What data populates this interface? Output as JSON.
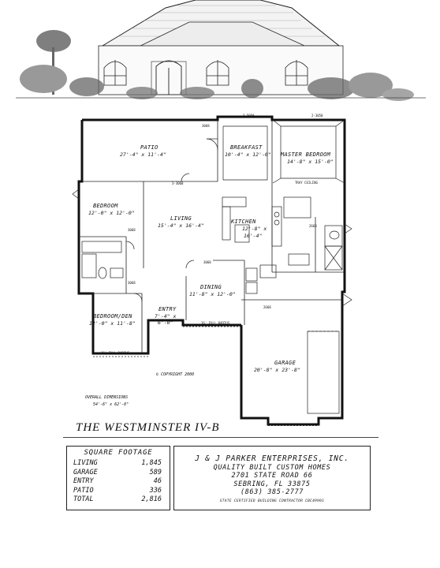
{
  "plan_name": "THE WESTMINSTER IV-B",
  "rooms": {
    "patio": {
      "name": "PATIO",
      "dims": "27'-4\" x 11'-4\""
    },
    "breakfast": {
      "name": "BREAKFAST",
      "dims": "10'-4\" x 12'-0\""
    },
    "master_bedroom": {
      "name": "MASTER BEDROOM",
      "dims": "14'-8\" x 15'-0\""
    },
    "bedroom": {
      "name": "BEDROOM",
      "dims": "12'-0\" x 12'-0\""
    },
    "living": {
      "name": "LIVING",
      "dims": "15'-4\" x 16'-4\""
    },
    "kitchen": {
      "name": "KITCHEN",
      "dims_1": "12'-8\" x",
      "dims_2": "16'-4\""
    },
    "dining": {
      "name": "DINING",
      "dims": "11'-8\" x 12'-0\""
    },
    "entry": {
      "name": "ENTRY",
      "dims_1": "7'-4\" x",
      "dims_2": "6'-0\""
    },
    "bedroom_den": {
      "name": "BEDROOM/DEN",
      "dims": "12'-0\" x 11'-8\""
    },
    "garage": {
      "name": "GARAGE",
      "dims": "20'-8\" x 23'-8\""
    }
  },
  "labels": {
    "tray_ceiling": "TRAY CEILING",
    "copyright": "© COPYRIGHT 2000",
    "overall_label": "OVERALL DIMENSIONS",
    "overall_dims": "54'-6\" x 62'-8\""
  },
  "square_footage": {
    "header": "SQUARE FOOTAGE",
    "rows": [
      {
        "label": "LIVING",
        "value": "1,845"
      },
      {
        "label": "GARAGE",
        "value": "589"
      },
      {
        "label": "ENTRY",
        "value": "46"
      },
      {
        "label": "PATIO",
        "value": "336"
      },
      {
        "label": "TOTAL",
        "value": "2,816"
      }
    ]
  },
  "company": {
    "name": "J & J PARKER ENTERPRISES, INC.",
    "tagline": "QUALITY BUILT CUSTOM HOMES",
    "street": "2701 STATE ROAD 66",
    "city": "SEBRING, FL 33875",
    "phone": "(863) 385-2777",
    "license": "STATE CERTIFIED BUILDING CONTRACTOR  CBC49901"
  }
}
